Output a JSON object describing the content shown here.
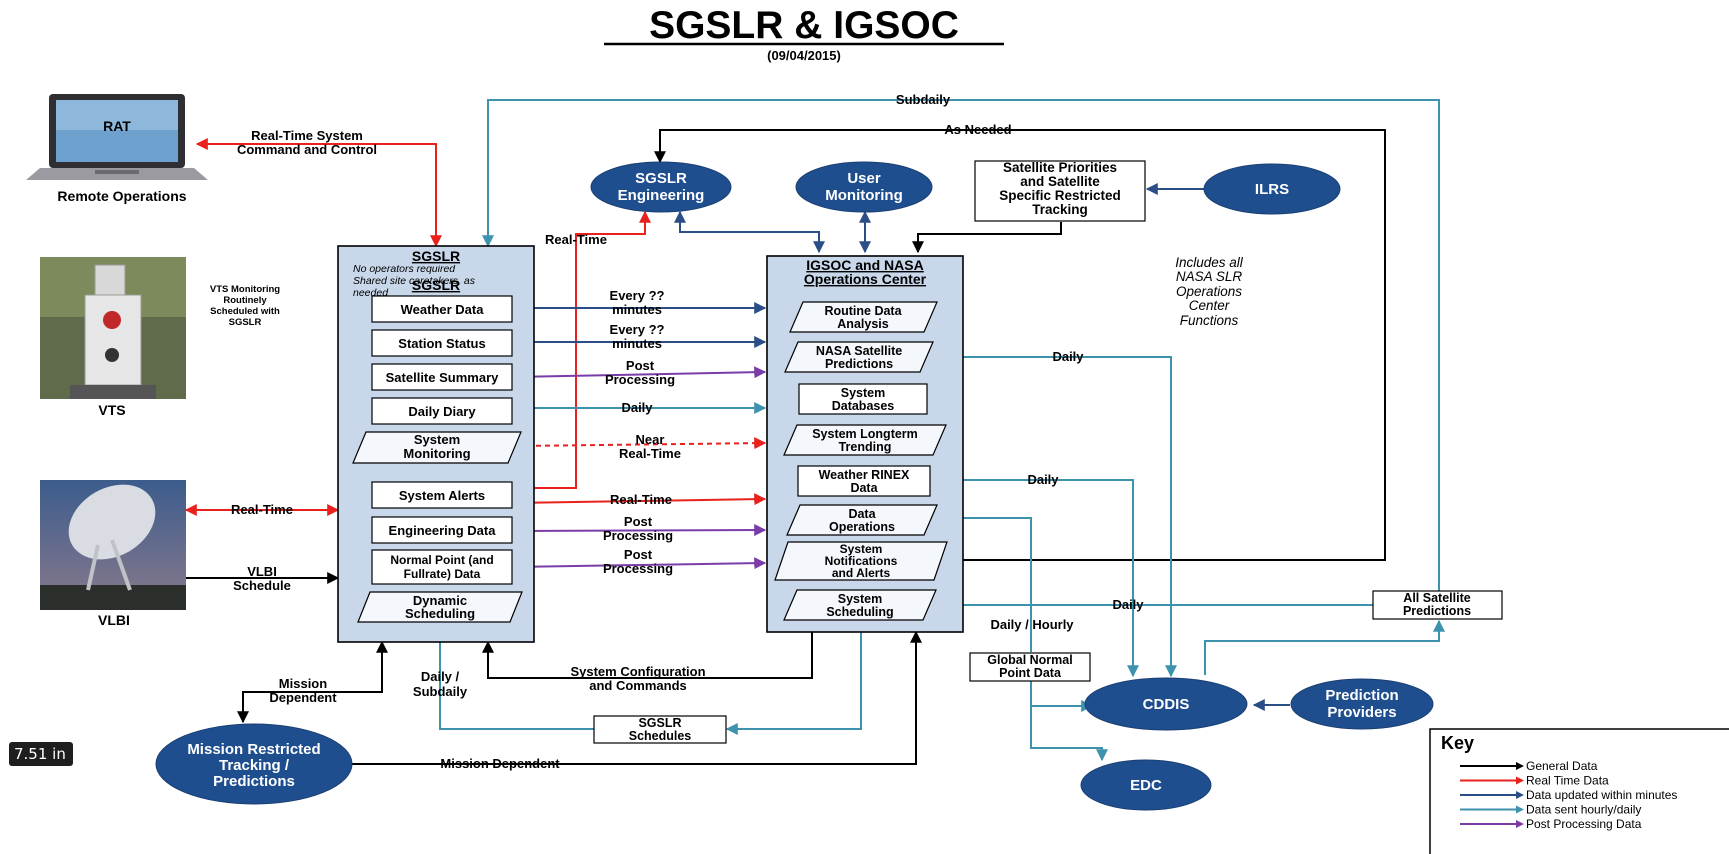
{
  "title": "SGSLR & IGSOC",
  "date": "(09/04/2015)",
  "remote": {
    "screen_label": "RAT",
    "caption": "Remote Operations"
  },
  "vts": {
    "caption": "VTS",
    "note": [
      "VTS Monitoring",
      "Routinely",
      "Scheduled with",
      "SGSLR"
    ]
  },
  "vlbi": {
    "caption": "VLBI"
  },
  "sgslr_panel": {
    "title": "SGSLR",
    "note": [
      "No operators required",
      "Shared site caretakers, as",
      "needed"
    ]
  },
  "sgslr_items": {
    "weather_data": "Weather Data",
    "station_status": "Station Status",
    "satellite_summary": "Satellite Summary",
    "daily_diary": "Daily Diary",
    "system_monitoring": [
      "System",
      "Monitoring"
    ],
    "system_alerts": "System Alerts",
    "engineering_data": "Engineering Data",
    "normal_point": [
      "Normal Point (and",
      "Fullrate) Data"
    ],
    "dynamic_scheduling": [
      "Dynamic",
      "Scheduling"
    ]
  },
  "igsoc_panel": {
    "title": [
      "IGSOC and NASA",
      "Operations Center"
    ]
  },
  "igsoc_items": {
    "routine_data": [
      "Routine Data",
      "Analysis"
    ],
    "nasa_predictions": [
      "NASA Satellite",
      "Predictions"
    ],
    "system_databases": [
      "System",
      "Databases"
    ],
    "longterm_trending": [
      "System Longterm",
      "Trending"
    ],
    "weather_rinex": [
      "Weather RINEX",
      "Data"
    ],
    "data_operations": [
      "Data",
      "Operations"
    ],
    "notifications": [
      "System",
      "Notifications",
      "and Alerts"
    ],
    "system_scheduling": [
      "System",
      "Scheduling"
    ]
  },
  "ellipses": {
    "sgslr_engineering": [
      "SGSLR",
      "Engineering"
    ],
    "user_monitoring": [
      "User",
      "Monitoring"
    ],
    "ilrs": "ILRS",
    "cddis": "CDDIS",
    "prediction_providers": [
      "Prediction",
      "Providers"
    ],
    "edc": "EDC",
    "mission_restricted": [
      "Mission Restricted",
      "Tracking /",
      "Predictions"
    ]
  },
  "boxes": {
    "satellite_priorities": [
      "Satellite Priorities",
      "and Satellite",
      "Specific Restricted",
      "Tracking"
    ],
    "all_satellite_predictions": [
      "All Satellite",
      "Predictions"
    ],
    "global_normal_point": [
      "Global Normal",
      "Point Data"
    ],
    "sgslr_schedules": [
      "SGSLR",
      "Schedules"
    ]
  },
  "includes_note": [
    "Includes all",
    "NASA SLR",
    "Operations",
    "Center",
    "Functions"
  ],
  "labels": {
    "subdaily_top": "Subdaily",
    "as_needed": "As Needed",
    "realtime_cmd": [
      "Real-Time System",
      "Command and Control"
    ],
    "realtime_eng": "Real-Time",
    "every_1": [
      "Every ??",
      "minutes"
    ],
    "every_2": [
      "Every ??",
      "minutes"
    ],
    "post_1": [
      "Post",
      "Processing"
    ],
    "daily_diary": "Daily",
    "near_rt": [
      "Near",
      "Real-Time"
    ],
    "realtime_alerts": "Real-Time",
    "post_2": [
      "Post",
      "Processing"
    ],
    "post_3": [
      "Post",
      "Processing"
    ],
    "realtime_vlbi": "Real-Time",
    "vlbi_schedule": [
      "VLBI",
      "Schedule"
    ],
    "daily_pred": "Daily",
    "daily_rinex": "Daily",
    "daily_sched": "Daily",
    "daily_hourly": "Daily / Hourly",
    "sys_config": [
      "System Configuration",
      "and Commands"
    ],
    "daily_subdaily": [
      "Daily /",
      "Subdaily"
    ],
    "mission_dep_1": [
      "Mission",
      "Dependent"
    ],
    "mission_dep_2": "Mission Dependent"
  },
  "key": {
    "title": "Key",
    "items": [
      {
        "label": "General Data",
        "color": "#000000"
      },
      {
        "label": "Real Time Data",
        "color": "#e8211c"
      },
      {
        "label": "Data updated within minutes",
        "color": "#2a4f86"
      },
      {
        "label": "Data sent hourly/daily",
        "color": "#3d92ad"
      },
      {
        "label": "Post Processing Data",
        "color": "#7a3ca6"
      }
    ]
  },
  "zoom": "7.51 in",
  "colors": {
    "panel": "#c8d8ea",
    "ellipse": "#1f4e8f",
    "black": "#000000",
    "red": "#e8211c",
    "navy": "#2a4f86",
    "teal": "#3d92ad",
    "purple": "#7a3ca6"
  }
}
